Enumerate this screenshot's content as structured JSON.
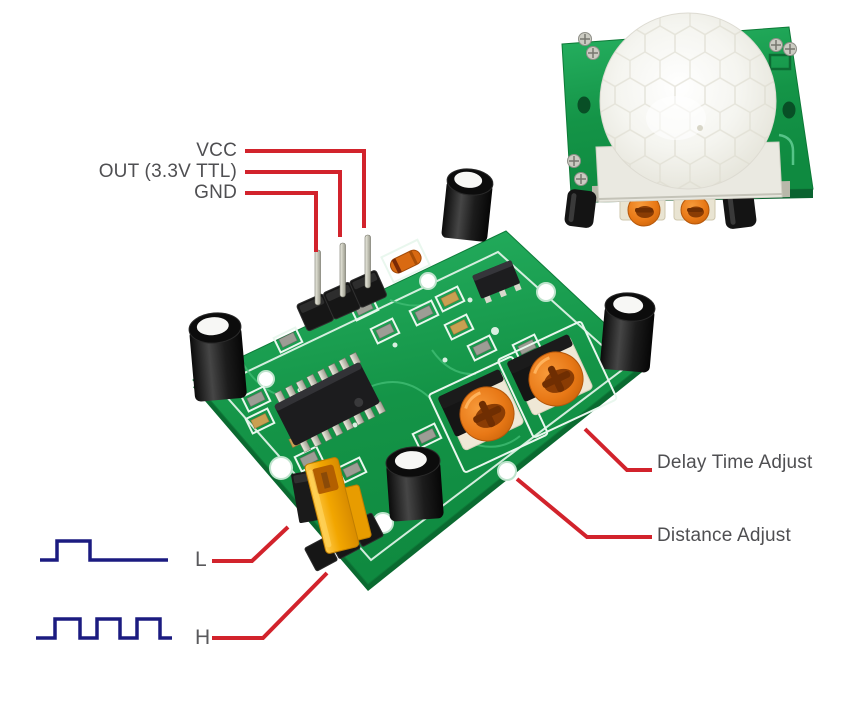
{
  "diagram": {
    "subject": "PIR motion sensor module",
    "colors": {
      "annotation_red": "#d2232c",
      "waveform_navy": "#1b1b80",
      "pcb_green": "#17a04c",
      "jumper_yellow": "#f5a800",
      "pot_orange": "#e87818",
      "label_gray": "#4f4f52"
    }
  },
  "pin_callouts": [
    {
      "label": "VCC"
    },
    {
      "label": "OUT (3.3V TTL)"
    },
    {
      "label": "GND"
    }
  ],
  "adjustment_callouts": [
    {
      "label": "Delay Time Adjust"
    },
    {
      "label": "Distance Adjust"
    }
  ],
  "jumper_mode_callouts": [
    {
      "label": "L",
      "waveform": "single-pulse"
    },
    {
      "label": "H",
      "waveform": "repeating-square-wave"
    }
  ]
}
